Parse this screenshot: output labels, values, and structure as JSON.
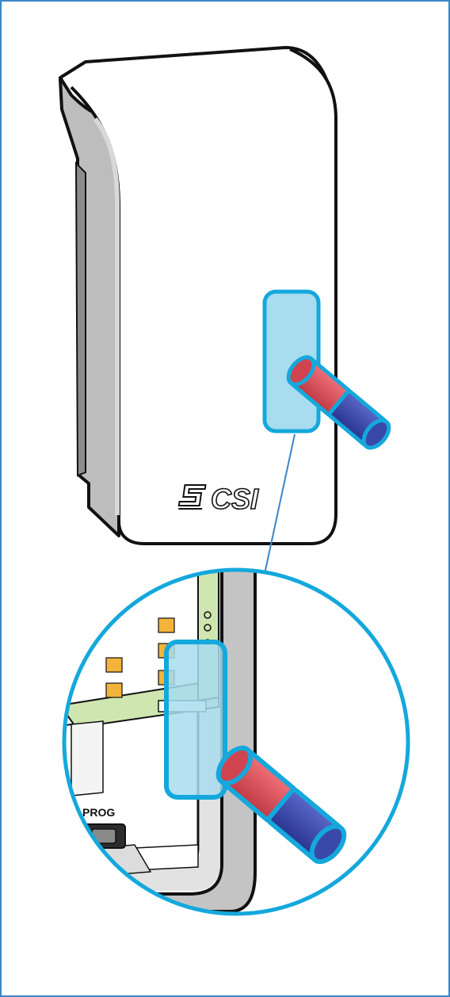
{
  "device": {
    "brand_logo_text": "CSI",
    "prog_button_label": "PROG"
  },
  "colors": {
    "frame_border": "#3a86c8",
    "callout_circle": "#14a8dc",
    "zone_fill": "#a8dcef",
    "zone_stroke": "#14a8dc",
    "magnet_red": "#e0505a",
    "magnet_blue": "#3a48a8",
    "pcb_green": "#cfe6b0",
    "pcb_pads": "#f2b43a",
    "housing_gray": "#b8b8b8",
    "outline": "#111111"
  },
  "icons": {
    "magnet": "magnet-icon",
    "logo": "csi-logo",
    "prog_switch": "prog-switch-icon"
  }
}
